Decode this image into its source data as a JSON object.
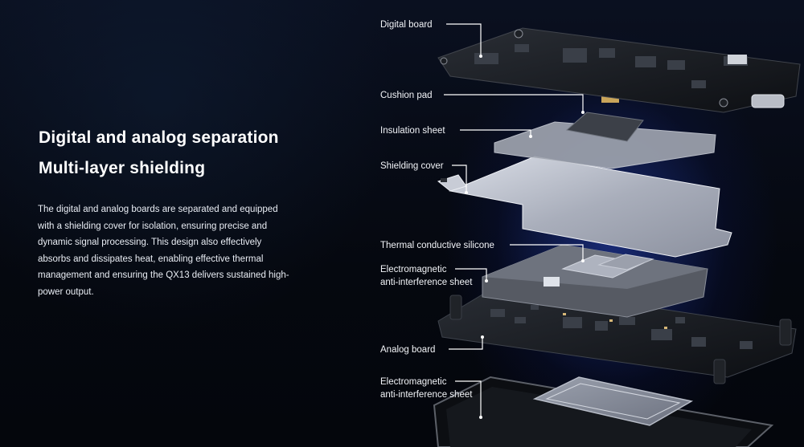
{
  "headline": {
    "line1": "Digital and analog separation",
    "line2": "Multi-layer shielding"
  },
  "description": "The digital and analog boards are separated and equipped with a shielding cover for isolation, ensuring precise and dynamic signal processing. This design also effectively absorbs and dissipates heat, enabling effective thermal management and ensuring the QX13 delivers sustained high-power output.",
  "callouts": [
    {
      "id": "digital-board",
      "label": "Digital board"
    },
    {
      "id": "cushion-pad",
      "label": "Cushion pad"
    },
    {
      "id": "insulation-sheet",
      "label": "Insulation sheet"
    },
    {
      "id": "shielding-cover",
      "label": "Shielding cover"
    },
    {
      "id": "thermal-silicone",
      "label": "Thermal conductive silicone"
    },
    {
      "id": "em-sheet-upper",
      "label_line1": "Electromagnetic",
      "label_line2": "anti-interference sheet"
    },
    {
      "id": "analog-board",
      "label": "Analog board"
    },
    {
      "id": "em-sheet-lower",
      "label_line1": "Electromagnetic",
      "label_line2": "anti-interference sheet"
    }
  ],
  "colors": {
    "background": "#06090f",
    "glow": "#2846c8",
    "text": "#ffffff",
    "beam_blue": "#3d5cff",
    "beam_purple": "#b04cff"
  }
}
